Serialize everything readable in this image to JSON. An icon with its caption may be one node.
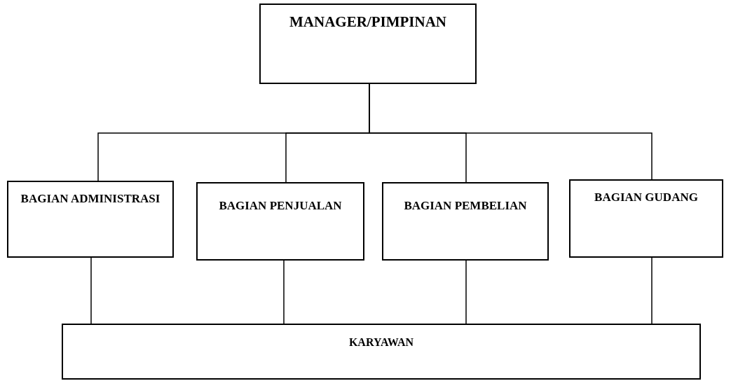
{
  "diagram": {
    "nodes": [
      {
        "text": [
          "MANAGER/PIMPINAN"
        ]
      },
      {
        "text": [
          "BAGIAN ADMINISTRASI"
        ]
      },
      {
        "text": [
          "BAGIAN PENJUALAN"
        ]
      },
      {
        "text": [
          "BAGIAN PEMBELIAN"
        ]
      },
      {
        "text": [
          "BAGIAN GUDANG"
        ]
      },
      {
        "text": [
          "KARYAWAN"
        ]
      }
    ],
    "edges": [
      {
        "from": 0,
        "to": 1,
        "arrow": "none"
      },
      {
        "from": 0,
        "to": 2,
        "arrow": "none"
      },
      {
        "from": 0,
        "to": 3,
        "arrow": "none"
      },
      {
        "from": 0,
        "to": 4,
        "arrow": "none"
      },
      {
        "from": 1,
        "to": 5,
        "arrow": "none"
      },
      {
        "from": 2,
        "to": 5,
        "arrow": "none"
      },
      {
        "from": 3,
        "to": 5,
        "arrow": "none"
      },
      {
        "from": 4,
        "to": 5,
        "arrow": "none"
      }
    ]
  }
}
